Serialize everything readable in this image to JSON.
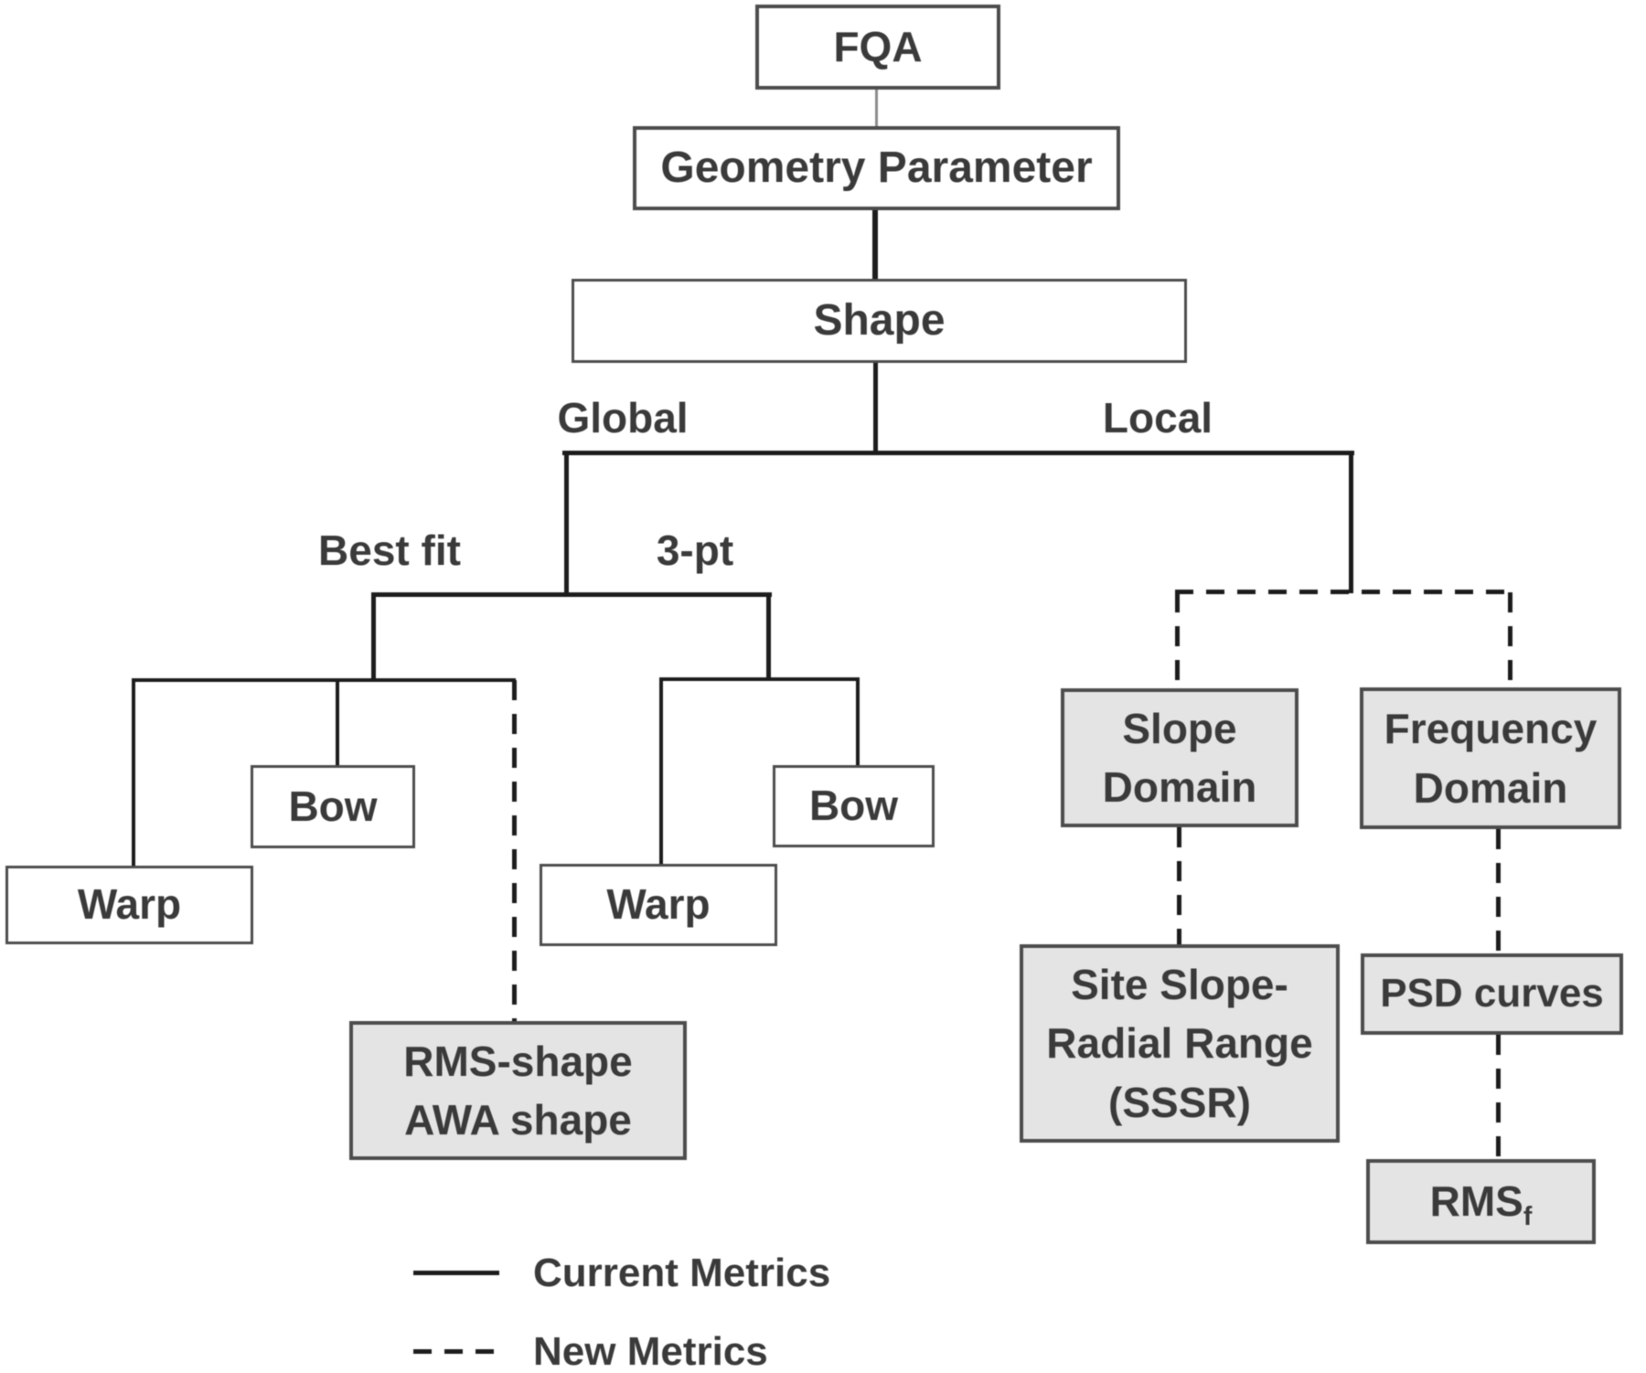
{
  "diagram": {
    "nodes": {
      "fqa": {
        "label": "FQA",
        "variant": "white"
      },
      "geometry_parameter": {
        "label": "Geometry Parameter",
        "variant": "white"
      },
      "shape": {
        "label": "Shape",
        "variant": "white"
      },
      "bow_bestfit": {
        "label": "Bow",
        "variant": "white"
      },
      "warp_bestfit": {
        "label": "Warp",
        "variant": "white"
      },
      "bow_3pt": {
        "label": "Bow",
        "variant": "white"
      },
      "warp_3pt": {
        "label": "Warp",
        "variant": "white"
      },
      "rms_awa_shape": {
        "lines": [
          "RMS-shape",
          "AWA shape"
        ],
        "variant": "gray"
      },
      "slope_domain": {
        "lines": [
          "Slope",
          "Domain"
        ],
        "variant": "gray"
      },
      "frequency_domain": {
        "lines": [
          "Frequency",
          "Domain"
        ],
        "variant": "gray"
      },
      "sssr": {
        "lines": [
          "Site Slope-",
          "Radial Range",
          "(SSSR)"
        ],
        "variant": "gray"
      },
      "psd_curves": {
        "label": "PSD curves",
        "variant": "gray"
      },
      "rms_f": {
        "label": "RMS",
        "subscript": "f",
        "variant": "gray"
      }
    },
    "branch_labels": {
      "global": "Global",
      "local": "Local",
      "best_fit": "Best fit",
      "three_pt": "3-pt"
    },
    "legend": {
      "current": {
        "style": "solid",
        "label": "Current Metrics"
      },
      "new": {
        "style": "dashed",
        "label": "New Metrics"
      }
    },
    "colors": {
      "background": "#ffffff",
      "white_fill": "#ffffff",
      "gray_fill": "#e4e4e4",
      "box_border": "#4c4c4c",
      "line": "#1c1c1c",
      "line_thin": "#8c8c8c",
      "text": "#3a3a3a"
    }
  }
}
